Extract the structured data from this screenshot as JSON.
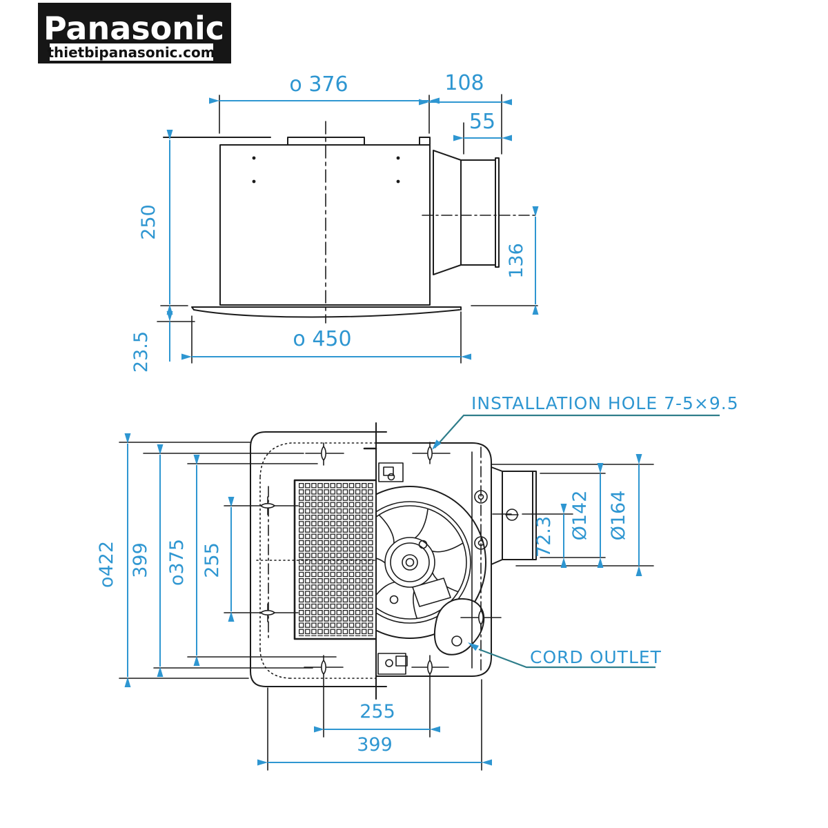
{
  "colors": {
    "dimension_blue": "#2E96D1",
    "drawing_black": "#1C1C1C",
    "leader_teal": "#2E7D8A",
    "logo_black": "#161616"
  },
  "logo": {
    "brand": "Panasonic",
    "website": "thietbipanasonic.com"
  },
  "side_view": {
    "dims": {
      "body_width": "o 376",
      "duct_offset": "108",
      "duct_length": "55",
      "body_height": "250",
      "duct_center_height": "136",
      "panel_thickness": "23.5",
      "panel_width": "o 450"
    }
  },
  "bottom_view": {
    "dims": {
      "overall_width": "o422",
      "mounting_pitch_vertical": "399",
      "opening_width": "o375",
      "inner_pitch_vertical": "255",
      "duct_center_offset": "72.3",
      "duct_diameter": "Ø142",
      "duct_flange_diameter": "Ø164",
      "inner_pitch_horizontal": "255",
      "mounting_pitch_horizontal": "399"
    },
    "annotations": {
      "installation_hole": "INSTALLATION HOLE 7-5×9.5",
      "cord_outlet": "CORD OUTLET"
    }
  }
}
